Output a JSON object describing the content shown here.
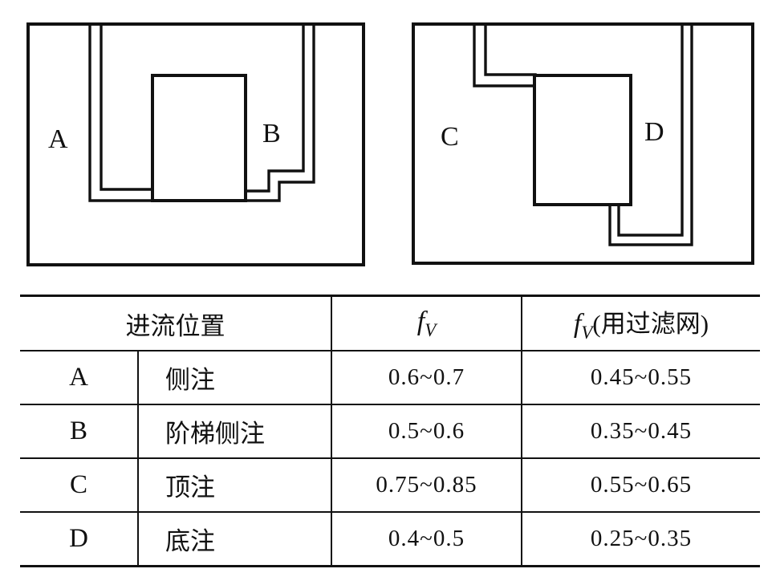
{
  "diagrams": {
    "left": {
      "label_a": "A",
      "label_b": "B"
    },
    "right": {
      "label_c": "C",
      "label_d": "D"
    }
  },
  "table": {
    "header": {
      "position_label": "进流位置",
      "fv": {
        "base": "f",
        "sub": "V"
      },
      "fv_filter": {
        "base": "f",
        "sub": "V",
        "suffix": "(用过滤网)"
      }
    },
    "rows": [
      {
        "key": "A",
        "position": "侧注",
        "fv": "0.6~0.7",
        "fv_filter": "0.45~0.55"
      },
      {
        "key": "B",
        "position": "阶梯侧注",
        "fv": "0.5~0.6",
        "fv_filter": "0.35~0.45"
      },
      {
        "key": "C",
        "position": "顶注",
        "fv": "0.75~0.85",
        "fv_filter": "0.55~0.65"
      },
      {
        "key": "D",
        "position": "底注",
        "fv": "0.4~0.5",
        "fv_filter": "0.25~0.35"
      }
    ]
  },
  "colors": {
    "line": "#111111",
    "text": "#111111",
    "background": "#ffffff"
  }
}
